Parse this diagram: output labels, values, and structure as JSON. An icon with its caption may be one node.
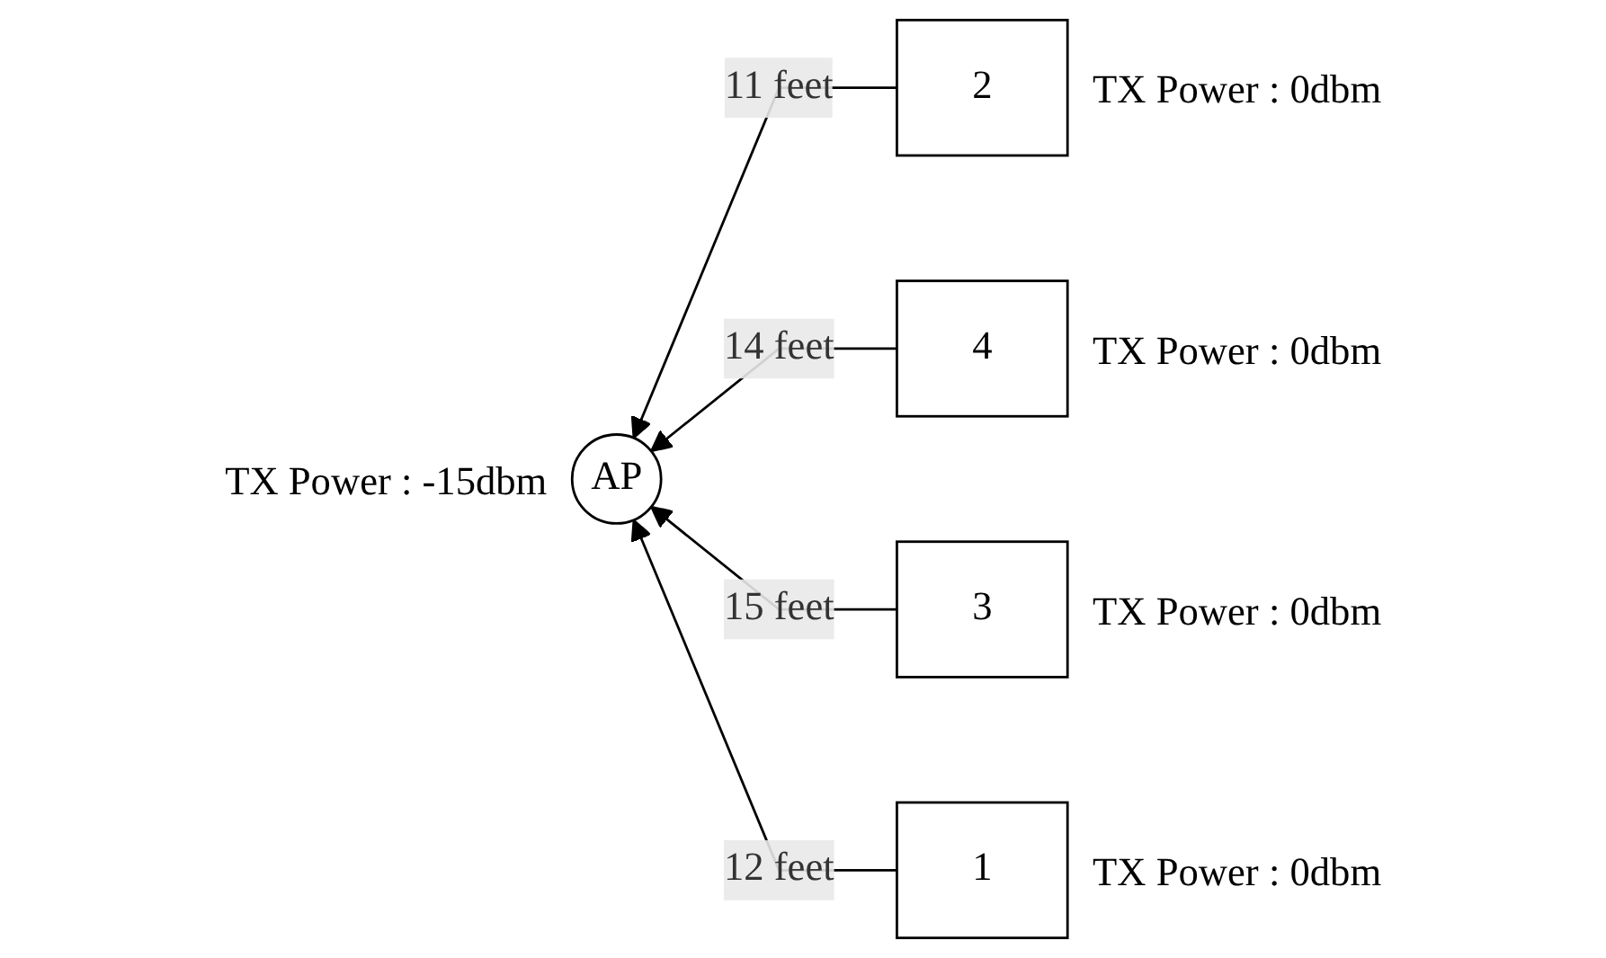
{
  "diagram": {
    "nodes": [
      {
        "text": [
          "AP"
        ],
        "beside": [
          "TX Power : -15dbm"
        ]
      },
      {
        "text": [
          "2"
        ],
        "beside": [
          "TX Power : 0dbm"
        ]
      },
      {
        "text": [
          "4"
        ],
        "beside": [
          "TX Power : 0dbm"
        ]
      },
      {
        "text": [
          "3"
        ],
        "beside": [
          "TX Power : 0dbm"
        ]
      },
      {
        "text": [
          "1"
        ],
        "beside": [
          "TX Power : 0dbm"
        ]
      }
    ],
    "edges": [
      {
        "from": 1,
        "to": 0,
        "arrow": "to",
        "label": "11 feet"
      },
      {
        "from": 2,
        "to": 0,
        "arrow": "to",
        "label": "14 feet"
      },
      {
        "from": 3,
        "to": 0,
        "arrow": "to",
        "label": "15 feet"
      },
      {
        "from": 4,
        "to": 0,
        "arrow": "to",
        "label": "12 feet"
      }
    ]
  }
}
